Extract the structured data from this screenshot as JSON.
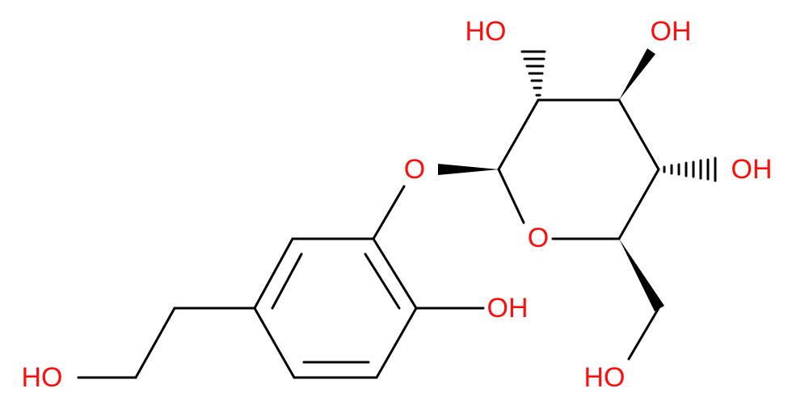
{
  "labels": {
    "oh_c2": "HO",
    "oh_c3": "OH",
    "oh_c4": "OH",
    "o_glycosidic": "O",
    "o_ring": "O",
    "oh_phenol": "OH",
    "oh_c6": "HO",
    "oh_ethyl": "HO"
  },
  "colors": {
    "bond": "#000000",
    "heteroatom": "#ff0d0d",
    "background": "#ffffff"
  }
}
